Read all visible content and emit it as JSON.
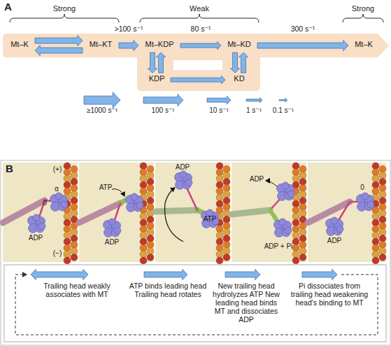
{
  "diagram": {
    "nodes": [
      {
        "text": [
          "Mt–K"
        ]
      },
      {
        "text": [
          "Mt–KT"
        ]
      },
      {
        "text": [
          "Mt–KDP"
        ]
      },
      {
        "text": [
          "Mt–KD"
        ]
      },
      {
        "text": [
          "Mt–K"
        ]
      },
      {
        "text": [
          "KDP"
        ]
      },
      {
        "text": [
          "KD"
        ]
      }
    ],
    "edges": [
      {
        "from": 0,
        "to": 1,
        "arrow": "both"
      },
      {
        "from": 1,
        "to": 2,
        "arrow": "to",
        "label": ">100 s⁻¹"
      },
      {
        "from": 2,
        "to": 3,
        "arrow": "to",
        "label": "80 s⁻¹"
      },
      {
        "from": 3,
        "to": 4,
        "arrow": "to",
        "label": "300 s⁻¹"
      },
      {
        "from": 2,
        "to": 5,
        "arrow": "both"
      },
      {
        "from": 5,
        "to": 6,
        "arrow": "to"
      },
      {
        "from": 3,
        "to": 6,
        "arrow": "both"
      }
    ],
    "labels": [
      "A",
      "Strong",
      "Weak",
      "Strong",
      "B",
      "(+)",
      "α",
      "0",
      "ADP",
      "(−)",
      "ATP",
      "ADP",
      "ADP",
      "ATP",
      "ADP",
      "ADP + Pi",
      "0",
      "ADP",
      "Trailing head weakly associates with MT",
      "ATP binds leading head Trailing head rotates",
      "New trailing head hydrolyzes ATP New leading head binds MT and dissociates ADP",
      "Pi dissociates from trailing head weakening head's binding to MT"
    ],
    "legend": [
      {
        "text": "≥1000 s⁻¹"
      },
      {
        "text": "100 s⁻¹"
      },
      {
        "text": "10 s⁻¹"
      },
      {
        "text": "1 s⁻¹"
      },
      {
        "text": "0.1 s⁻¹"
      }
    ]
  }
}
